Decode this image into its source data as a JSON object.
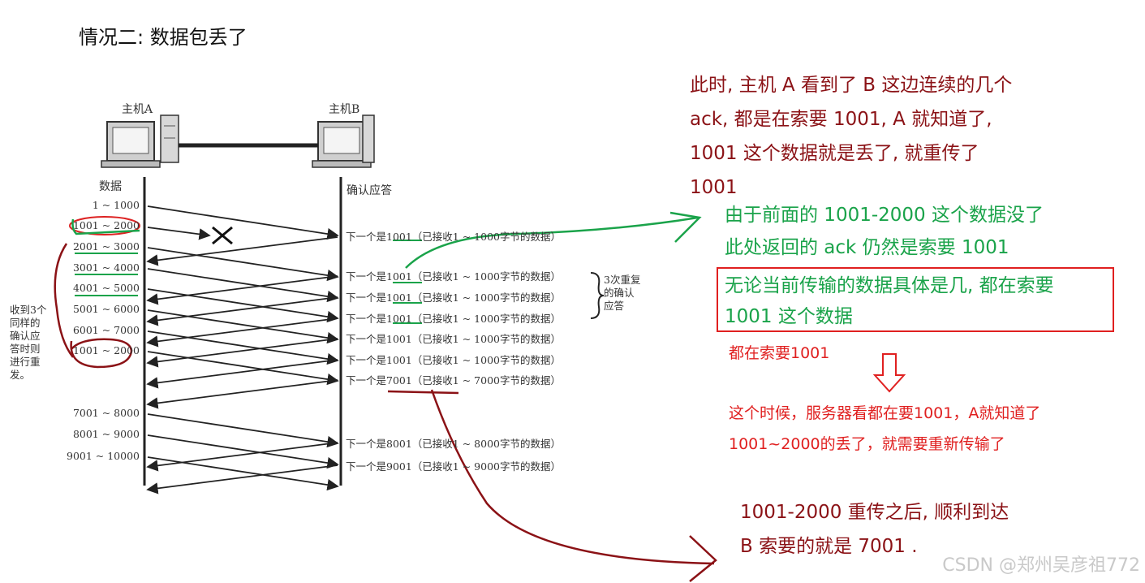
{
  "title": "情况二: 数据包丢了",
  "diagram": {
    "hostA": "主机A",
    "hostB": "主机B",
    "col_a": "数据",
    "col_b": "确认应答",
    "sends": [
      "1 ~ 1000",
      "1001 ~ 2000",
      "2001 ~ 3000",
      "3001 ~ 4000",
      "4001 ~ 5000",
      "5001 ~ 6000",
      "6001 ~ 7000",
      "1001 ~ 2000",
      "7001 ~ 8000",
      "8001 ~ 9000",
      "9001 ~ 10000"
    ],
    "acks": [
      "下一个是1001（已接收1 ~ 1000字节的数据）",
      "下一个是1001（已接收1 ~ 1000字节的数据）",
      "下一个是1001（已接收1 ~ 1000字节的数据）",
      "下一个是1001（已接收1 ~ 1000字节的数据）",
      "下一个是1001（已接收1 ~ 1000字节的数据）",
      "下一个是1001（已接收1 ~ 1000字节的数据）",
      "下一个是7001（已接收1 ~ 7000字节的数据）",
      "下一个是8001（已接收1 ~ 8000字节的数据）",
      "下一个是9001（已接收1 ~ 9000字节的数据）"
    ],
    "dup_note": [
      "3次重复",
      "的确认",
      "应答"
    ],
    "left_note": [
      "收到3个",
      "同样的",
      "确认应",
      "答时则",
      "进行重",
      "发。"
    ]
  },
  "notes": {
    "p1": [
      "此时, 主机 A 看到了 B 这边连续的几个",
      "ack, 都是在索要 1001, A 就知道了,",
      "1001 这个数据就是丢了, 就重传了",
      "1001"
    ],
    "p2": [
      "由于前面的 1001-2000 这个数据没了",
      "此处返回的 ack 仍然是索要 1001"
    ],
    "box": [
      "无论当前传输的数据具体是几, 都在索要",
      "1001 这个数据"
    ],
    "box_caption": "都在索要1001",
    "p3": [
      "这个时候，服务器看都在要1001，A就知道了",
      "1001~2000的丢了，就需要重新传输了"
    ],
    "p4": [
      "1001-2000 重传之后, 顺利到达",
      "B 索要的就是 7001 ."
    ]
  },
  "watermark": "CSDN @郑州吴彦祖772",
  "colors": {
    "darkred": "#8b1216",
    "green": "#1aa34a",
    "red": "#e02020"
  }
}
